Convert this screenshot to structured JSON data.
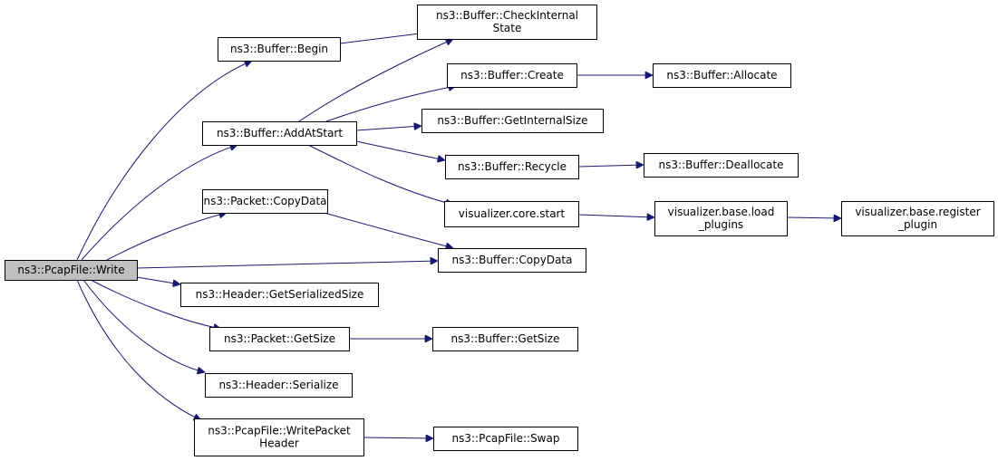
{
  "diagram": {
    "type": "call-graph",
    "colors": {
      "node_fill": "#ffffff",
      "root_fill": "#bfbfbf",
      "border": "#000000",
      "edge": "#191970"
    },
    "nodes": {
      "write": {
        "lines": [
          "ns3::PcapFile::Write"
        ],
        "root": true
      },
      "begin": {
        "lines": [
          "ns3::Buffer::Begin"
        ]
      },
      "checkint": {
        "lines": [
          "ns3::Buffer::CheckInternal",
          "State"
        ]
      },
      "addatstart": {
        "lines": [
          "ns3::Buffer::AddAtStart"
        ]
      },
      "create": {
        "lines": [
          "ns3::Buffer::Create"
        ]
      },
      "allocate": {
        "lines": [
          "ns3::Buffer::Allocate"
        ]
      },
      "getintsize": {
        "lines": [
          "ns3::Buffer::GetInternalSize"
        ]
      },
      "recycle": {
        "lines": [
          "ns3::Buffer::Recycle"
        ]
      },
      "deallocate": {
        "lines": [
          "ns3::Buffer::Deallocate"
        ]
      },
      "vcorestart": {
        "lines": [
          "visualizer.core.start"
        ]
      },
      "vbaseload": {
        "lines": [
          "visualizer.base.load",
          "_plugins"
        ]
      },
      "vbasereg": {
        "lines": [
          "visualizer.base.register",
          "_plugin"
        ]
      },
      "pktcopydata": {
        "lines": [
          "ns3::Packet::CopyData"
        ]
      },
      "bufcopydata": {
        "lines": [
          "ns3::Buffer::CopyData"
        ]
      },
      "hdrgetsize": {
        "lines": [
          "ns3::Header::GetSerializedSize"
        ]
      },
      "pktgetsize": {
        "lines": [
          "ns3::Packet::GetSize"
        ]
      },
      "bufgetsize": {
        "lines": [
          "ns3::Buffer::GetSize"
        ]
      },
      "hdrserialize": {
        "lines": [
          "ns3::Header::Serialize"
        ]
      },
      "writepkthdr": {
        "lines": [
          "ns3::PcapFile::WritePacket",
          "Header"
        ]
      },
      "swap": {
        "lines": [
          "ns3::PcapFile::Swap"
        ]
      }
    },
    "edges": [
      [
        "write",
        "begin"
      ],
      [
        "write",
        "addatstart"
      ],
      [
        "write",
        "pktcopydata"
      ],
      [
        "write",
        "bufcopydata"
      ],
      [
        "write",
        "hdrgetsize"
      ],
      [
        "write",
        "pktgetsize"
      ],
      [
        "write",
        "hdrserialize"
      ],
      [
        "write",
        "writepkthdr"
      ],
      [
        "begin",
        "checkint"
      ],
      [
        "addatstart",
        "checkint"
      ],
      [
        "addatstart",
        "create"
      ],
      [
        "addatstart",
        "getintsize"
      ],
      [
        "addatstart",
        "recycle"
      ],
      [
        "addatstart",
        "vcorestart"
      ],
      [
        "create",
        "allocate"
      ],
      [
        "recycle",
        "deallocate"
      ],
      [
        "vcorestart",
        "vbaseload"
      ],
      [
        "vbaseload",
        "vbasereg"
      ],
      [
        "pktcopydata",
        "bufcopydata"
      ],
      [
        "pktgetsize",
        "bufgetsize"
      ],
      [
        "writepkthdr",
        "swap"
      ]
    ]
  }
}
